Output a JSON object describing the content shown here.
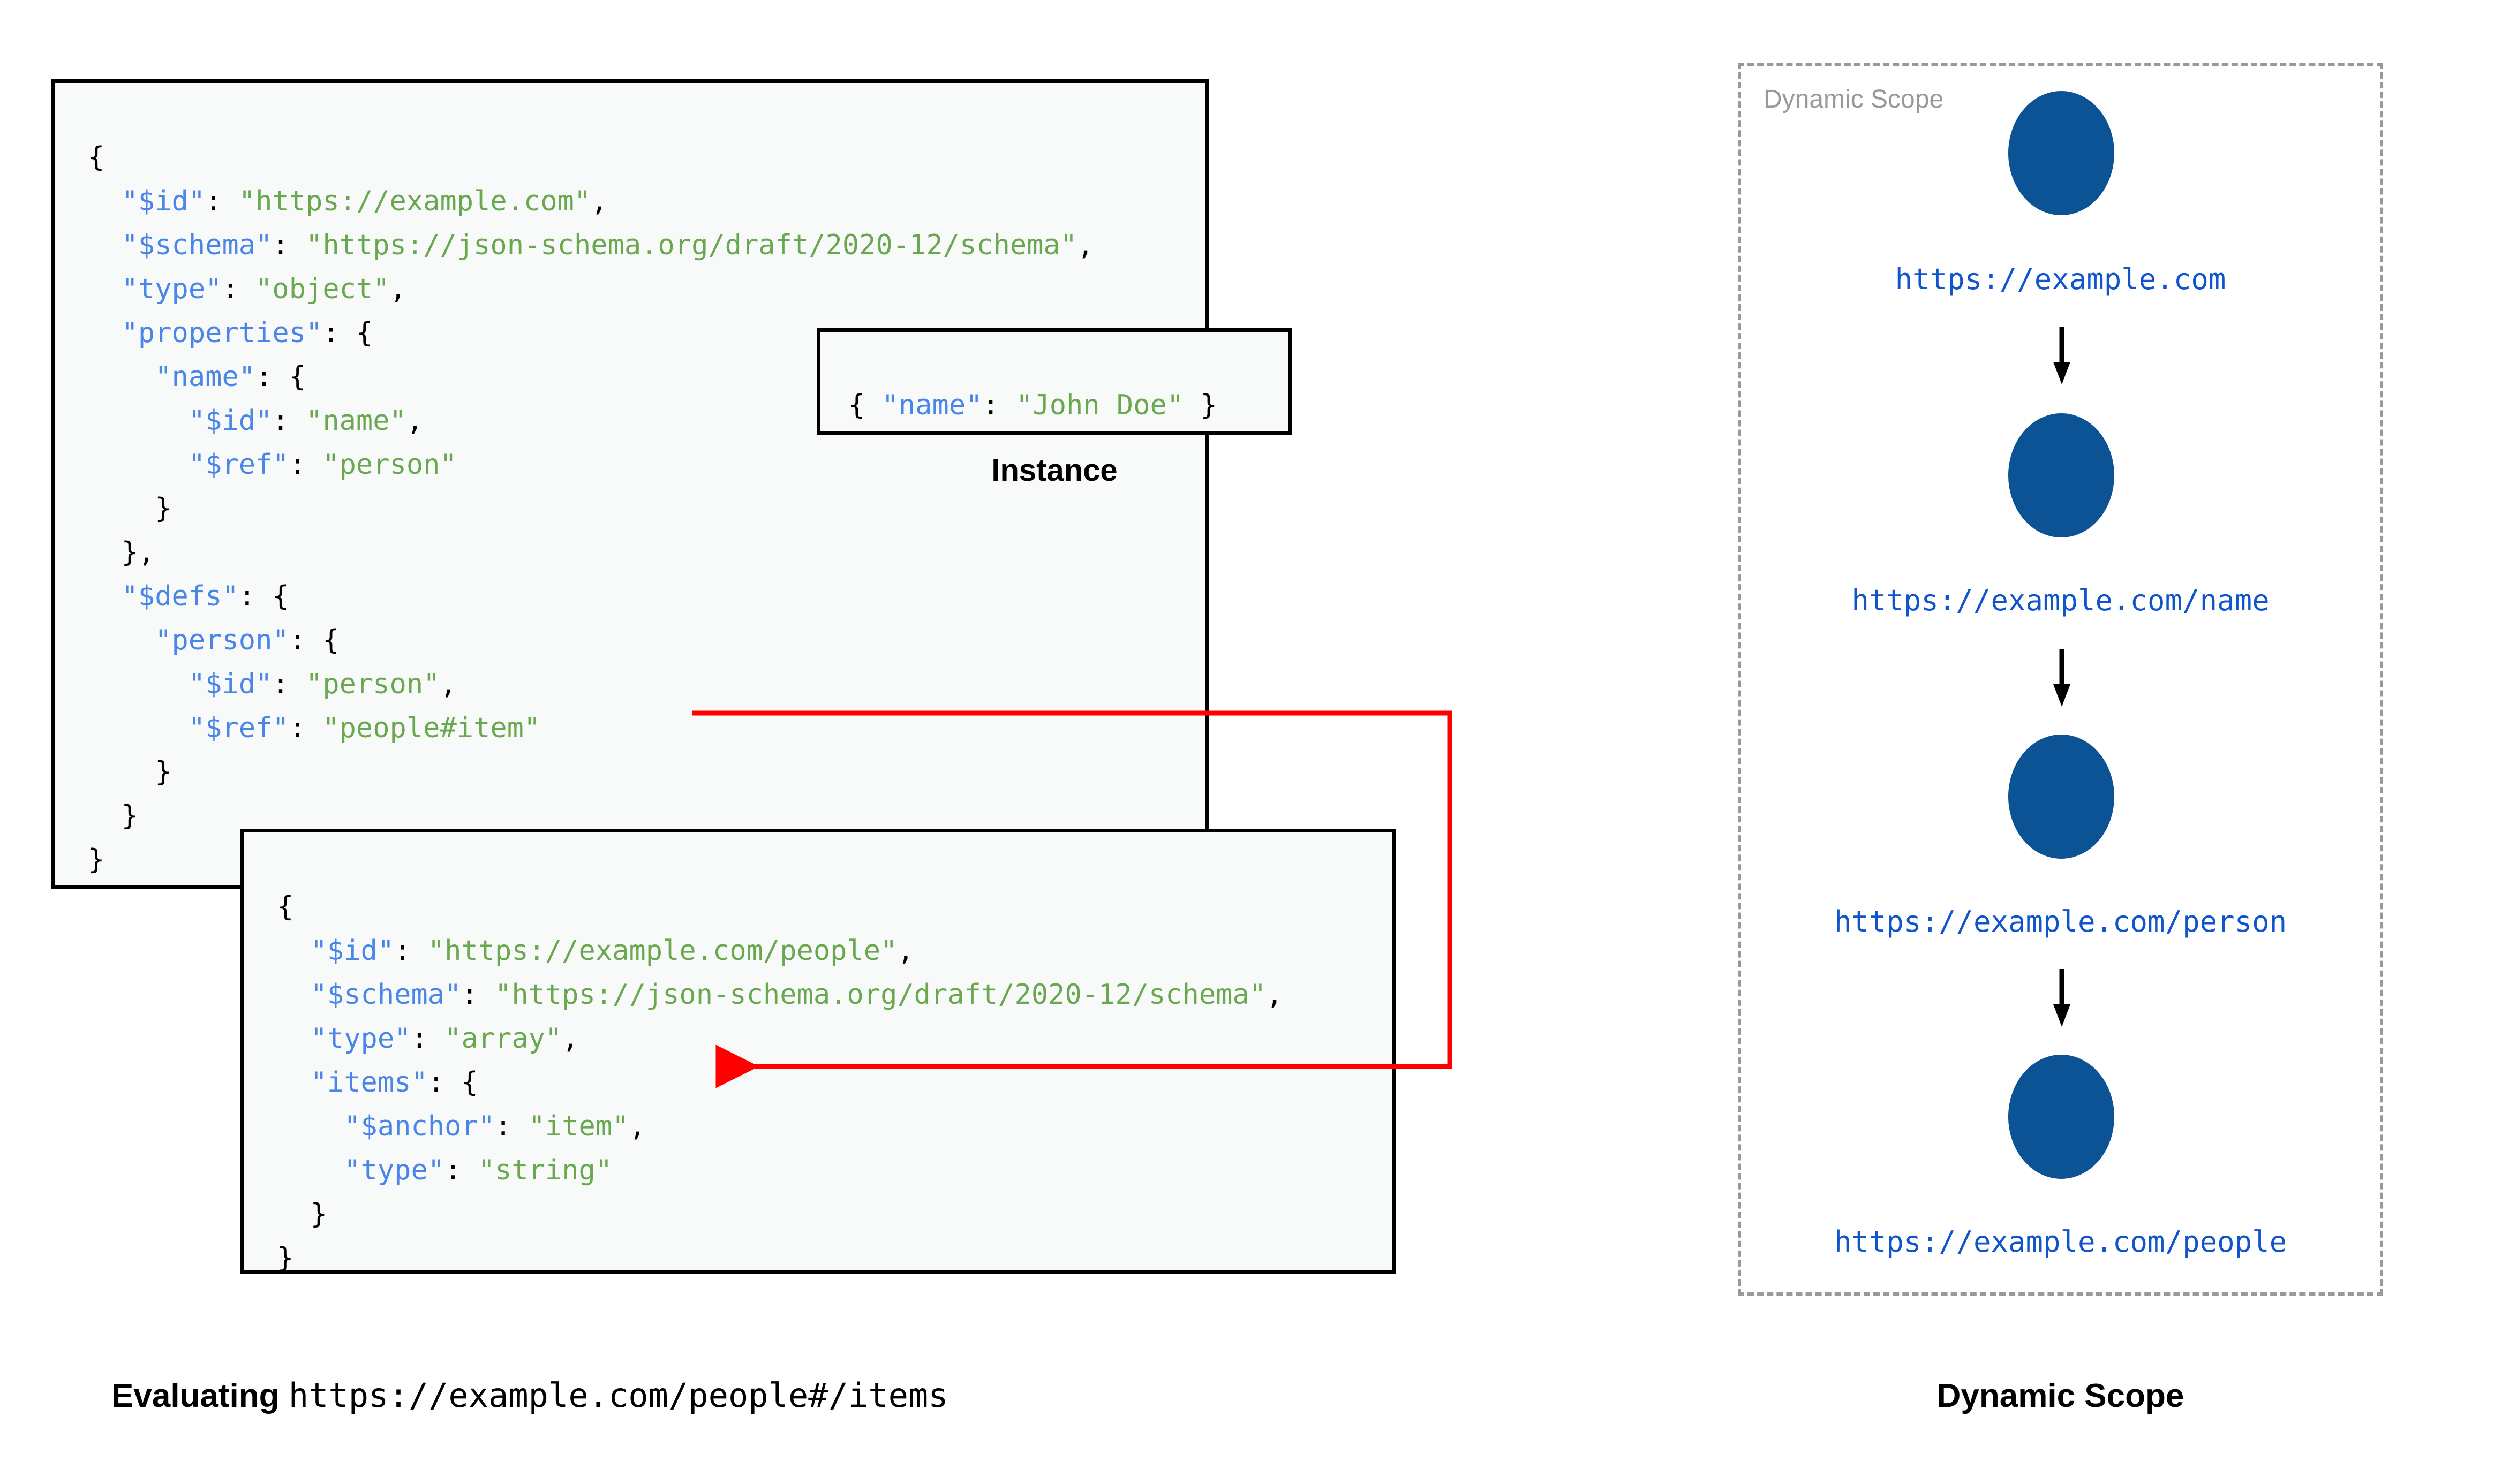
{
  "schema_main": {
    "lines": [
      [
        {
          "t": "{",
          "c": "p"
        }
      ],
      [
        {
          "t": "  ",
          "c": "p"
        },
        {
          "t": "\"$id\"",
          "c": "k"
        },
        {
          "t": ": ",
          "c": "p"
        },
        {
          "t": "\"https://example.com\"",
          "c": "v"
        },
        {
          "t": ",",
          "c": "p"
        }
      ],
      [
        {
          "t": "  ",
          "c": "p"
        },
        {
          "t": "\"$schema\"",
          "c": "k"
        },
        {
          "t": ": ",
          "c": "p"
        },
        {
          "t": "\"https://json-schema.org/draft/2020-12/schema\"",
          "c": "v"
        },
        {
          "t": ",",
          "c": "p"
        }
      ],
      [
        {
          "t": "  ",
          "c": "p"
        },
        {
          "t": "\"type\"",
          "c": "k"
        },
        {
          "t": ": ",
          "c": "p"
        },
        {
          "t": "\"object\"",
          "c": "v"
        },
        {
          "t": ",",
          "c": "p"
        }
      ],
      [
        {
          "t": "  ",
          "c": "p"
        },
        {
          "t": "\"properties\"",
          "c": "k"
        },
        {
          "t": ": {",
          "c": "p"
        }
      ],
      [
        {
          "t": "    ",
          "c": "p"
        },
        {
          "t": "\"name\"",
          "c": "k"
        },
        {
          "t": ": {",
          "c": "p"
        }
      ],
      [
        {
          "t": "      ",
          "c": "p"
        },
        {
          "t": "\"$id\"",
          "c": "k"
        },
        {
          "t": ": ",
          "c": "p"
        },
        {
          "t": "\"name\"",
          "c": "v"
        },
        {
          "t": ",",
          "c": "p"
        }
      ],
      [
        {
          "t": "      ",
          "c": "p"
        },
        {
          "t": "\"$ref\"",
          "c": "k"
        },
        {
          "t": ": ",
          "c": "p"
        },
        {
          "t": "\"person\"",
          "c": "v"
        }
      ],
      [
        {
          "t": "    }",
          "c": "p"
        }
      ],
      [
        {
          "t": "  },",
          "c": "p"
        }
      ],
      [
        {
          "t": "  ",
          "c": "p"
        },
        {
          "t": "\"$defs\"",
          "c": "k"
        },
        {
          "t": ": {",
          "c": "p"
        }
      ],
      [
        {
          "t": "    ",
          "c": "p"
        },
        {
          "t": "\"person\"",
          "c": "k"
        },
        {
          "t": ": {",
          "c": "p"
        }
      ],
      [
        {
          "t": "      ",
          "c": "p"
        },
        {
          "t": "\"$id\"",
          "c": "k"
        },
        {
          "t": ": ",
          "c": "p"
        },
        {
          "t": "\"person\"",
          "c": "v"
        },
        {
          "t": ",",
          "c": "p"
        }
      ],
      [
        {
          "t": "      ",
          "c": "p"
        },
        {
          "t": "\"$ref\"",
          "c": "k"
        },
        {
          "t": ": ",
          "c": "p"
        },
        {
          "t": "\"people#item\"",
          "c": "v"
        }
      ],
      [
        {
          "t": "    }",
          "c": "p"
        }
      ],
      [
        {
          "t": "  }",
          "c": "p"
        }
      ],
      [
        {
          "t": "}",
          "c": "p"
        }
      ]
    ]
  },
  "instance": {
    "label": "Instance",
    "lines": [
      [
        {
          "t": "{ ",
          "c": "p"
        },
        {
          "t": "\"name\"",
          "c": "k"
        },
        {
          "t": ": ",
          "c": "p"
        },
        {
          "t": "\"John Doe\"",
          "c": "v"
        },
        {
          "t": " }",
          "c": "p"
        }
      ]
    ]
  },
  "schema_people": {
    "lines": [
      [
        {
          "t": "{",
          "c": "p"
        }
      ],
      [
        {
          "t": "  ",
          "c": "p"
        },
        {
          "t": "\"$id\"",
          "c": "k"
        },
        {
          "t": ": ",
          "c": "p"
        },
        {
          "t": "\"https://example.com/people\"",
          "c": "v"
        },
        {
          "t": ",",
          "c": "p"
        }
      ],
      [
        {
          "t": "  ",
          "c": "p"
        },
        {
          "t": "\"$schema\"",
          "c": "k"
        },
        {
          "t": ": ",
          "c": "p"
        },
        {
          "t": "\"https://json-schema.org/draft/2020-12/schema\"",
          "c": "v"
        },
        {
          "t": ",",
          "c": "p"
        }
      ],
      [
        {
          "t": "  ",
          "c": "p"
        },
        {
          "t": "\"type\"",
          "c": "k"
        },
        {
          "t": ": ",
          "c": "p"
        },
        {
          "t": "\"array\"",
          "c": "v"
        },
        {
          "t": ",",
          "c": "p"
        }
      ],
      [
        {
          "t": "  ",
          "c": "p"
        },
        {
          "t": "\"items\"",
          "c": "k"
        },
        {
          "t": ": {",
          "c": "p"
        }
      ],
      [
        {
          "t": "    ",
          "c": "p"
        },
        {
          "t": "\"$anchor\"",
          "c": "k"
        },
        {
          "t": ": ",
          "c": "p"
        },
        {
          "t": "\"item\"",
          "c": "v"
        },
        {
          "t": ",",
          "c": "p"
        }
      ],
      [
        {
          "t": "    ",
          "c": "p"
        },
        {
          "t": "\"type\"",
          "c": "k"
        },
        {
          "t": ": ",
          "c": "p"
        },
        {
          "t": "\"string\"",
          "c": "v"
        }
      ],
      [
        {
          "t": "  }",
          "c": "p"
        }
      ],
      [
        {
          "t": "}",
          "c": "p"
        }
      ]
    ]
  },
  "captions": {
    "left_bold": "Evaluating",
    "left_mono": "https://example.com/people#/items",
    "right": "Dynamic Scope"
  },
  "dynamic_scope": {
    "title": "Dynamic Scope",
    "nodes": [
      {
        "label": "https://example.com"
      },
      {
        "label": "https://example.com/name"
      },
      {
        "label": "https://example.com/person"
      },
      {
        "label": "https://example.com/people"
      }
    ]
  },
  "colors": {
    "json_key": "#4a86e8",
    "json_value": "#6aa84f",
    "node_fill": "#0b5394",
    "node_label": "#1155cc",
    "reference_arrow": "#ff0000",
    "scope_border": "#999999",
    "box_background": "#f8f9f9",
    "box_border": "#000000"
  }
}
